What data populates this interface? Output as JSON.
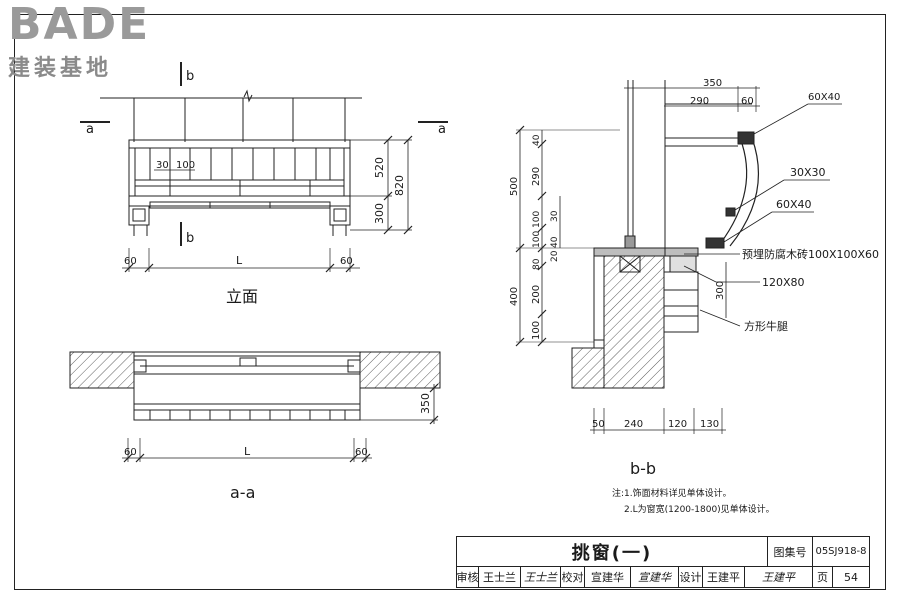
{
  "logo": {
    "main": "BADE",
    "sub": "建装基地"
  },
  "elevation": {
    "section_marker_a_left": "a",
    "section_marker_a_right": "a",
    "section_marker_b_top": "b",
    "section_marker_b_bottom": "b",
    "dim_30": "30",
    "dim_100": "100",
    "dim_520": "520",
    "dim_300": "300",
    "dim_820": "820",
    "dim_60_left": "60",
    "dim_60_right": "60",
    "dim_L": "L",
    "caption": "立面"
  },
  "plan": {
    "dim_350": "350",
    "dim_60_left": "60",
    "dim_60_right": "60",
    "dim_L": "L",
    "caption": "a-a"
  },
  "section": {
    "top_350": "350",
    "top_290": "290",
    "top_60": "60",
    "left_500": "500",
    "left_290": "290",
    "left_40a": "40",
    "left_100a": "100",
    "left_30": "30",
    "left_40b": "40",
    "left_100b": "100",
    "left_80": "80",
    "left_20": "20",
    "left_400": "400",
    "left_200": "200",
    "left_100c": "100",
    "right_300": "300",
    "bottom_50": "50",
    "bottom_240": "240",
    "bottom_120": "120",
    "bottom_130": "130",
    "label_60x40_top": "60X40",
    "label_30x30": "30X30",
    "label_60x40": "60X40",
    "label_brick": "预埋防腐木砖100X100X60",
    "label_120x80": "120X80",
    "label_bracket": "方形牛腿",
    "caption": "b-b"
  },
  "notes": {
    "line1": "注:1.饰面材料详见单体设计。",
    "line2": "2.L为窗宽(1200-1800)见单体设计。"
  },
  "title_block": {
    "title": "挑窗(一)",
    "atlas_label": "图集号",
    "atlas_value": "05SJ918-8",
    "review_label": "审核",
    "review_name": "王士兰",
    "review_sig": "王士兰",
    "check_label": "校对",
    "check_name": "宣建华",
    "check_sig": "宣建华",
    "design_label": "设计",
    "design_name": "王建平",
    "design_sig": "王建平",
    "page_label": "页",
    "page_value": "54"
  }
}
